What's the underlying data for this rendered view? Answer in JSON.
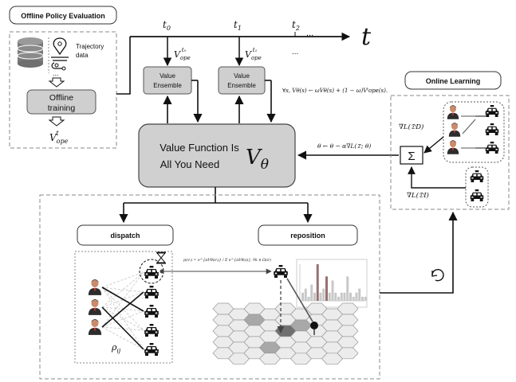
{
  "ope": {
    "title": "Offline Policy Evaluation",
    "trajectory_line1": "Trajectory",
    "trajectory_line2": "data",
    "dots": "...",
    "offline_line1": "Offline",
    "offline_line2": "training",
    "v_base": "V",
    "v_sub": "ope",
    "v_sup": "t"
  },
  "timeline": {
    "t0_base": "t",
    "t0_sub": "0",
    "t1_base": "t",
    "t1_sub": "1",
    "t2_base": "t",
    "t2_sub": "2",
    "ellipsis": "...",
    "axis_label": "t",
    "v0_base": "V",
    "v0_sub": "ope",
    "v0_sup": "t₀",
    "v1_base": "V",
    "v1_sub": "ope",
    "v1_sup": "t₁",
    "v_ellipsis": "..."
  },
  "ensembles": [
    {
      "line1": "Value",
      "line2": "Ensemble"
    },
    {
      "line1": "Value",
      "line2": "Ensemble"
    }
  ],
  "update_formula": "∀s, Vθ(s) ← ωVθ(s) + (1 − ω)Vᵗope(s).",
  "central": {
    "line1": "Value Function Is",
    "line2": "All You Need",
    "symbol_base": "V",
    "symbol_sub": "θ"
  },
  "gradient_update": "θ ← θ − α∇L(𝔇; θ)",
  "online": {
    "title": "Online Learning",
    "grad_d": "∇L(𝔇D)",
    "grad_i": "∇L(𝔇I)",
    "sigma": "Σ"
  },
  "dispatch": {
    "title": "dispatch",
    "rho_base": "ρ",
    "rho_sub": "ij"
  },
  "reposition": {
    "title": "reposition",
    "formula_prob": "p(vᵗᵢ) = e^{αVθ(sᵗᵢ)} / Σ e^{αVθ(s)},  ∀k ∈ Ω(sᵗ)",
    "bar_values": [
      2,
      3,
      1,
      4,
      2,
      9,
      2,
      3,
      6,
      2,
      5,
      2,
      1,
      2,
      2,
      6,
      2,
      1,
      2,
      3,
      1,
      1
    ],
    "bar_highlight": [
      5,
      8
    ]
  },
  "colors": {
    "box_fill": "#cfcfcf",
    "central_fill": "#d0d0d0",
    "dash": "#8a8a8a",
    "highlight_bar": "#9a7070",
    "hex_dark": "#6f6f6f",
    "hex_mid": "#a8a8a8"
  },
  "icons": [
    "database-icon",
    "map-pin-icon",
    "taxi-icon",
    "driver-icon",
    "hourglass-icon",
    "sync-icon",
    "bar-chart-icon",
    "hex-grid-icon"
  ]
}
